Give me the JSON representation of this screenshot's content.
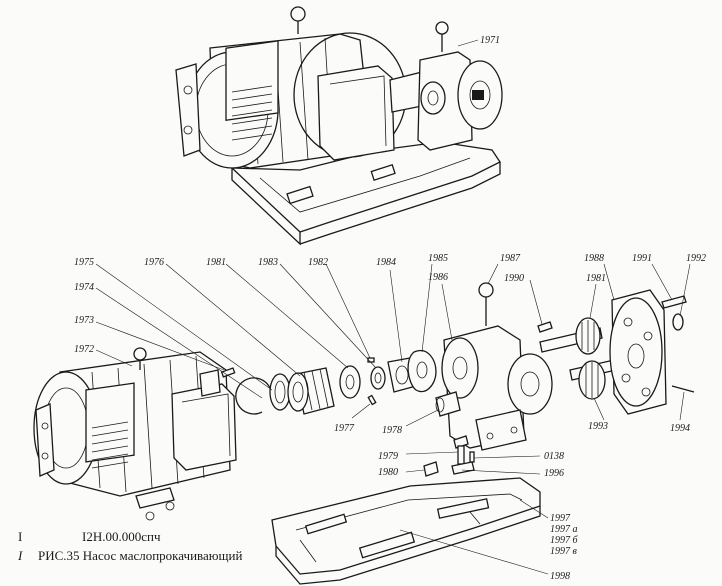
{
  "caption": {
    "line1_marker": "I",
    "line1_text": "I2H.00.000спч",
    "line2_marker": "I",
    "line2_text": "РИС.35 Насос маслопрокачивающий"
  },
  "labels": {
    "p1971": "1971",
    "p1972": "1972",
    "p1973": "1973",
    "p1974": "1974",
    "p1975": "1975",
    "p1976": "1976",
    "p1977": "1977",
    "p1978": "1978",
    "p1979": "1979",
    "p1980": "1980",
    "p1981a": "1981",
    "p1981b": "1981",
    "p1982": "1982",
    "p1983": "1983",
    "p1984": "1984",
    "p1985": "1985",
    "p1986": "1986",
    "p1987": "1987",
    "p1988": "1988",
    "p1990": "1990",
    "p1991": "1991",
    "p1992": "1992",
    "p1993": "1993",
    "p1994": "1994",
    "p1996": "1996",
    "p0138": "0138",
    "p1997": "1997",
    "p1997a": "1997 а",
    "p1997b": "1997 б",
    "p1997v": "1997 в",
    "p1998": "1998"
  }
}
